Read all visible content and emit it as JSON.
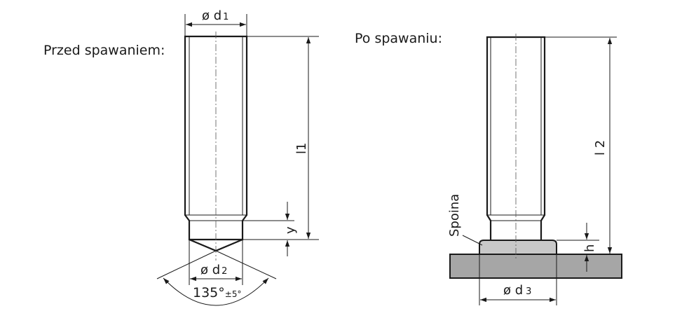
{
  "labels": {
    "before": "Przed spawaniem:",
    "after": "Po spawaniu:",
    "weld": "Spoina"
  },
  "dimensions": {
    "d1": {
      "symbol": "ø d",
      "sub": "1"
    },
    "d2": {
      "symbol": "ø d",
      "sub": "2"
    },
    "d3": {
      "symbol": "ø d",
      "sub": "3"
    },
    "l1": "l1",
    "l2": "l 2",
    "y": "y",
    "h": "h",
    "angle": "135°",
    "angle_tol": "±5°"
  },
  "colors": {
    "weld": "#c8c8c8",
    "plate": "#a6a6a6",
    "line": "#1a1a1a"
  }
}
